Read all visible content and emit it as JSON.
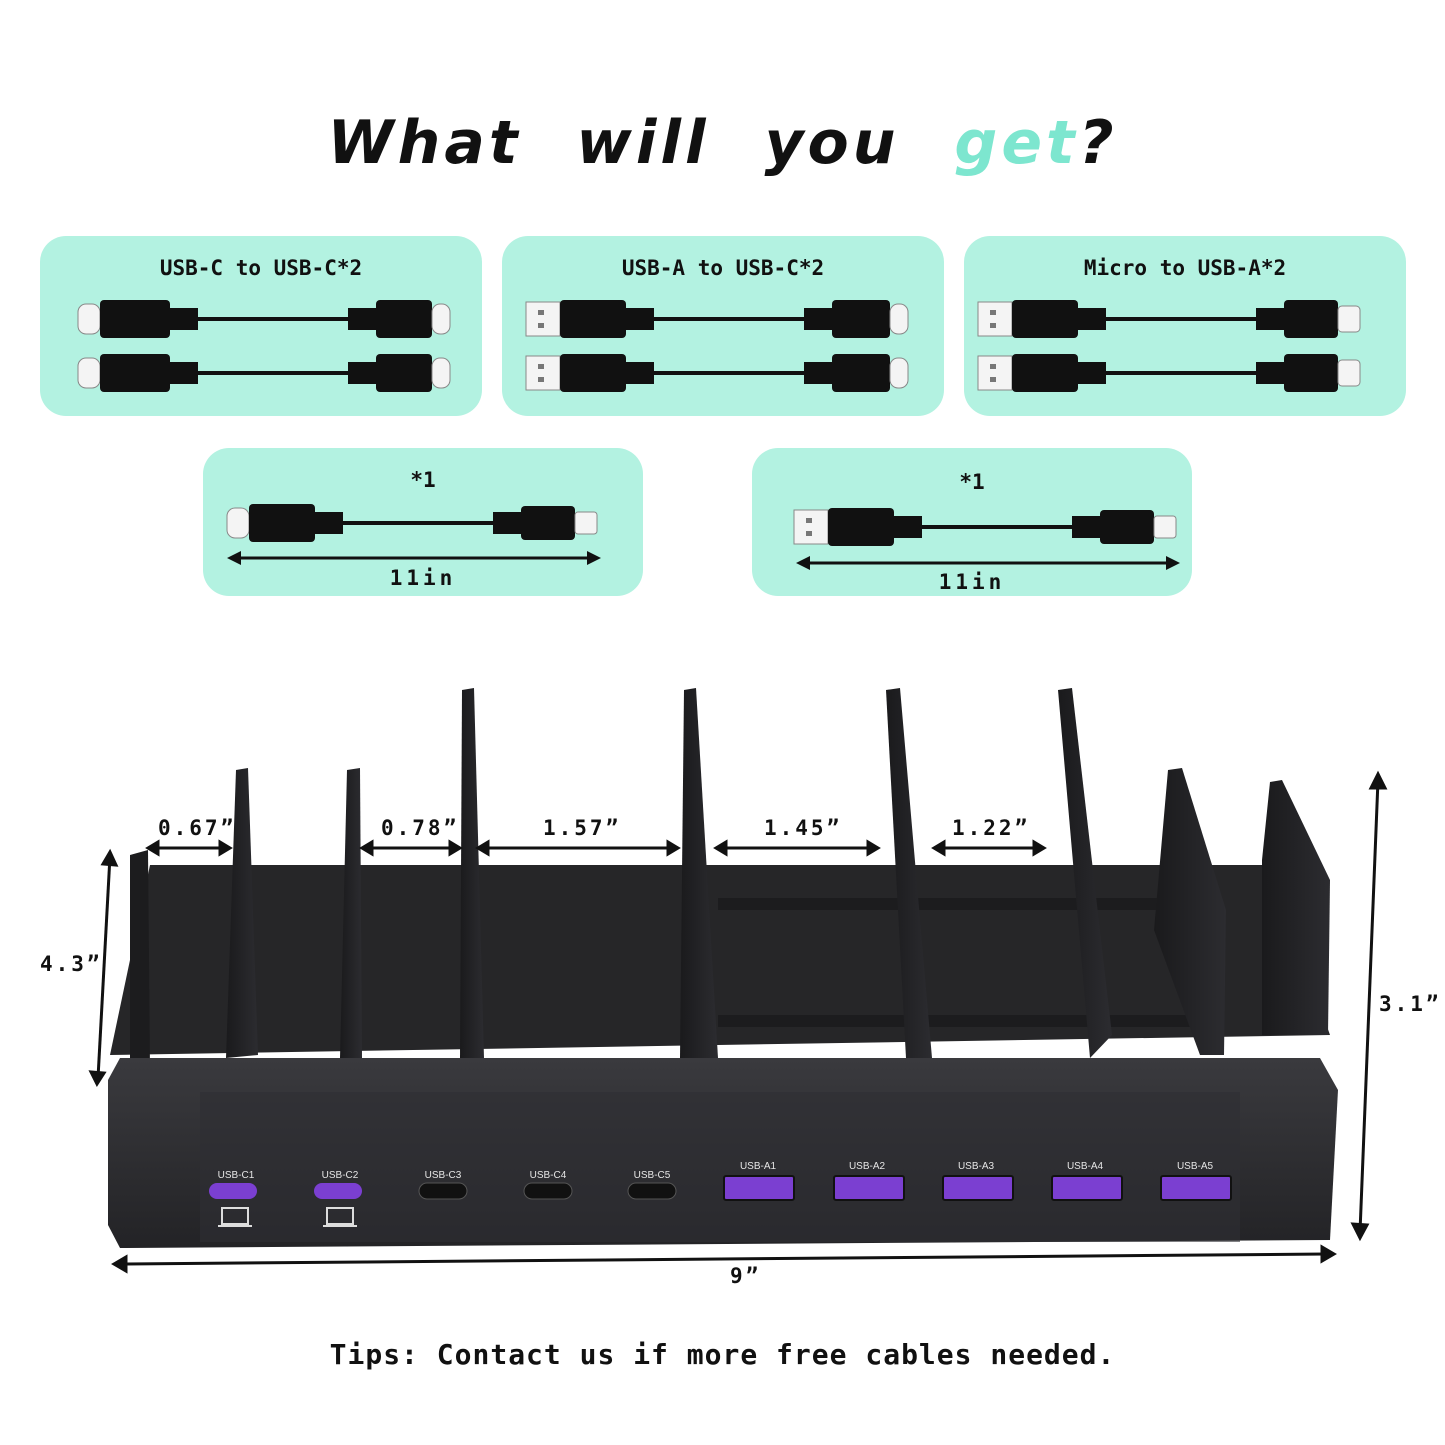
{
  "title": {
    "part1": "What will you ",
    "accent": "get",
    "end": "?"
  },
  "cards": [
    {
      "label": "USB-C to USB-C*2"
    },
    {
      "label": "USB-A to USB-C*2"
    },
    {
      "label": "Micro to USB-A*2"
    },
    {
      "label": "*1",
      "length": "11in"
    },
    {
      "label": "*1",
      "length": "11in"
    }
  ],
  "dimensions": {
    "gaps": [
      "0.67”",
      "0.78”",
      "1.57”",
      "1.45”",
      "1.22”"
    ],
    "height": "4.3”",
    "depth": "3.1”",
    "width": "9”"
  },
  "ports": [
    "USB-C1",
    "USB-C2",
    "USB-C3",
    "USB-C4",
    "USB-C5",
    "USB-A1",
    "USB-A2",
    "USB-A3",
    "USB-A4",
    "USB-A5"
  ],
  "tips": "Tips: Contact us if more free cables needed.",
  "colors": {
    "card": "#b3f2e1",
    "accent": "#7de6cf",
    "port_purple": "#7b3fd1",
    "body": "#2b2b2e"
  }
}
